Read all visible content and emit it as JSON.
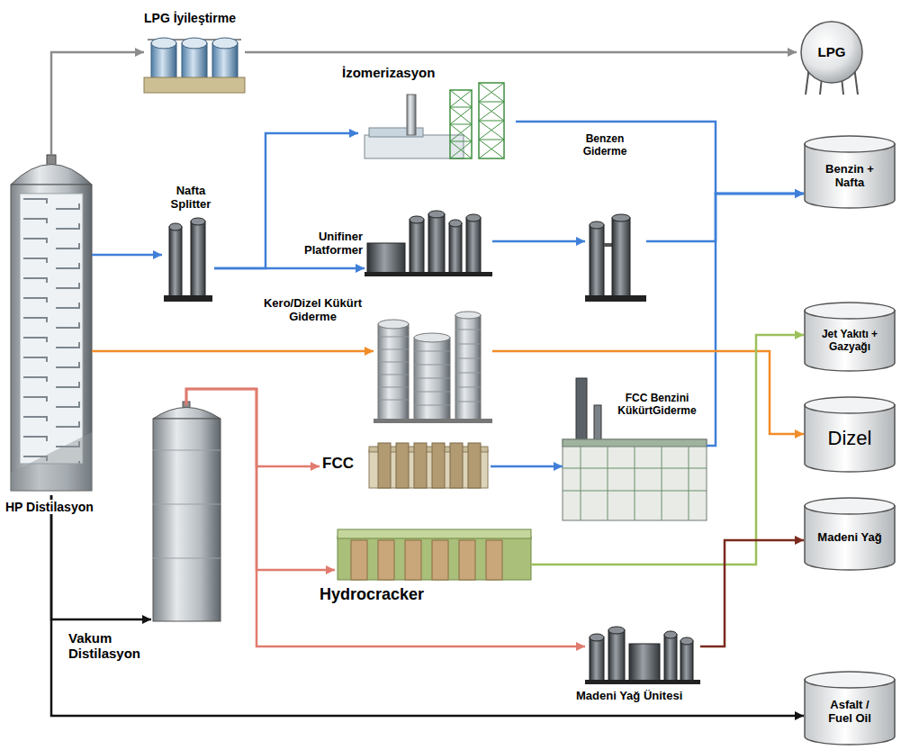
{
  "diagram": {
    "nodes": [
      {
        "text": [
          "LPG İyileştirme"
        ]
      },
      {
        "text": [
          "LPG"
        ]
      },
      {
        "text": [
          "İzomerizasyon"
        ]
      },
      {
        "text": [
          "Benzen Giderme"
        ]
      },
      {
        "text": [
          "Benzin + Nafta"
        ]
      },
      {
        "text": [
          "HP Distilasyon"
        ]
      },
      {
        "text": [
          "Nafta Splitter"
        ]
      },
      {
        "text": [
          "Unifiner Platformer"
        ]
      },
      {
        "text": [
          "Kero/Dizel Kükürt Giderme"
        ]
      },
      {
        "text": [
          "Jet Yakıtı + Gazyağı"
        ]
      },
      {
        "text": [
          "FCC Benzini KükürtGiderme"
        ]
      },
      {
        "text": [
          "FCC"
        ]
      },
      {
        "text": [
          "Dizel"
        ]
      },
      {
        "text": [
          "Vakum Distilasyon"
        ]
      },
      {
        "text": [
          "Hydrocracker"
        ]
      },
      {
        "text": [
          "Madeni Yağ"
        ]
      },
      {
        "text": [
          "Madeni Yağ Ünitesi"
        ]
      },
      {
        "text": [
          "Asfalt / Fuel Oil"
        ]
      }
    ],
    "edges": [
      {
        "from": 5,
        "to": 0,
        "arrow": "to"
      },
      {
        "from": 0,
        "to": 1,
        "arrow": "to"
      },
      {
        "from": 5,
        "to": 6,
        "arrow": "to"
      },
      {
        "from": 6,
        "to": 2,
        "arrow": "to"
      },
      {
        "from": 6,
        "to": 7,
        "arrow": "to"
      },
      {
        "from": 2,
        "to": 4,
        "arrow": "to"
      },
      {
        "from": 7,
        "to": 3,
        "arrow": "to"
      },
      {
        "from": 3,
        "to": 4,
        "arrow": "to"
      },
      {
        "from": 11,
        "to": 10,
        "arrow": "to"
      },
      {
        "from": 10,
        "to": 4,
        "arrow": "to"
      },
      {
        "from": 5,
        "to": 8,
        "arrow": "to"
      },
      {
        "from": 8,
        "to": 12,
        "arrow": "to"
      },
      {
        "from": 14,
        "to": 9,
        "arrow": "to"
      },
      {
        "from": 5,
        "to": 13,
        "arrow": "to"
      },
      {
        "from": 13,
        "to": 11,
        "arrow": "to"
      },
      {
        "from": 13,
        "to": 14,
        "arrow": "to"
      },
      {
        "from": 13,
        "to": 16,
        "arrow": "to"
      },
      {
        "from": 16,
        "to": 15,
        "arrow": "to"
      },
      {
        "from": 5,
        "to": 17,
        "arrow": "to"
      }
    ]
  }
}
